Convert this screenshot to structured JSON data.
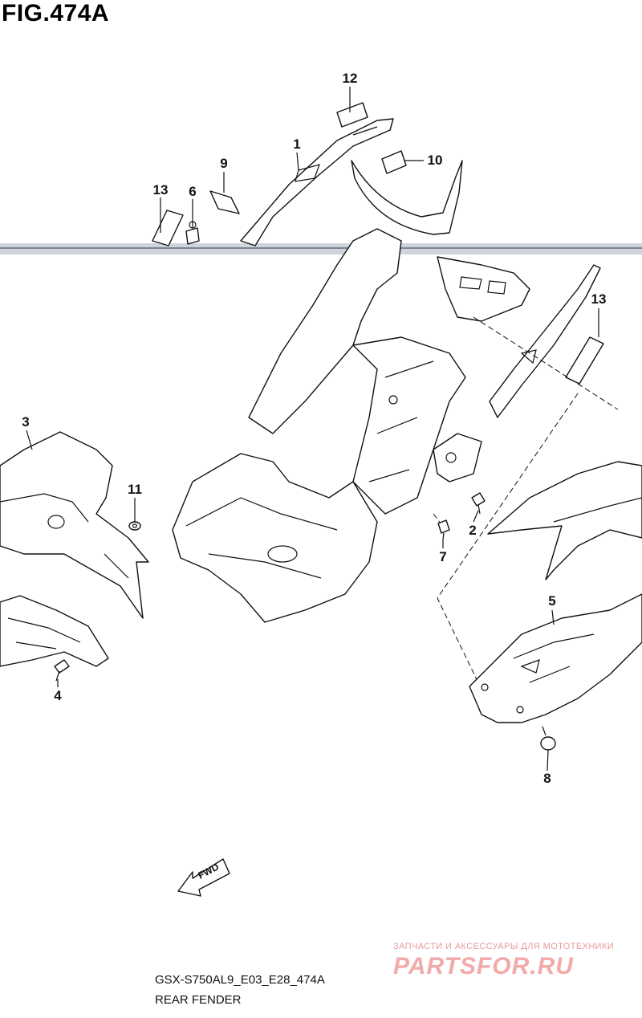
{
  "figure": {
    "title": "FIG.474A",
    "code": "GSX-S750AL9_E03_E28_474A",
    "name": "REAR FENDER",
    "direction_label": "FWD"
  },
  "callouts": [
    {
      "id": "c12",
      "label": "12"
    },
    {
      "id": "c1",
      "label": "1"
    },
    {
      "id": "c10",
      "label": "10"
    },
    {
      "id": "c9",
      "label": "9"
    },
    {
      "id": "c13a",
      "label": "13"
    },
    {
      "id": "c6",
      "label": "6"
    },
    {
      "id": "c13b",
      "label": "13"
    },
    {
      "id": "c3",
      "label": "3"
    },
    {
      "id": "c11",
      "label": "11"
    },
    {
      "id": "c2",
      "label": "2"
    },
    {
      "id": "c7",
      "label": "7"
    },
    {
      "id": "c5",
      "label": "5"
    },
    {
      "id": "c4",
      "label": "4"
    },
    {
      "id": "c8",
      "label": "8"
    }
  ],
  "watermark": {
    "tagline": "ЗАПЧАСТИ И АКСЕССУАРЫ ДЛЯ МОТОТЕХНИКИ",
    "logo": "PARTSFOR.RU",
    "color": "#f2a9a9"
  }
}
